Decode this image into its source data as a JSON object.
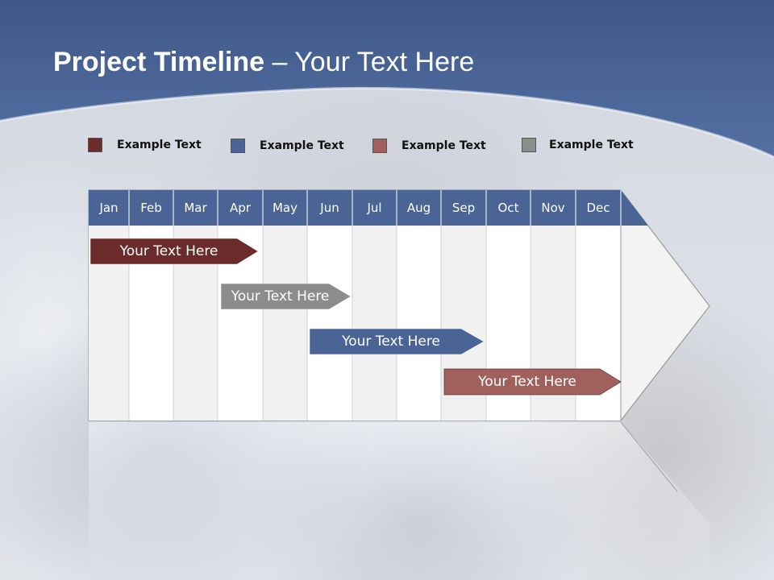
{
  "header": {
    "title_bold": "Project Timeline",
    "title_rest": " – Your Text Here"
  },
  "colors": {
    "header_blue": "#4a6496",
    "maroon": "#6b2b2b",
    "blue": "#4a6496",
    "rose": "#a0605e",
    "gray": "#8c8c8c"
  },
  "legend": [
    {
      "label": "Example Text",
      "color": "#6b2b2b"
    },
    {
      "label": "Example Text",
      "color": "#4a6496"
    },
    {
      "label": "Example Text",
      "color": "#a0605e"
    },
    {
      "label": "Example Text",
      "color": "#8c8c8c"
    }
  ],
  "months": [
    "Jan",
    "Feb",
    "Mar",
    "Apr",
    "May",
    "Jun",
    "Jul",
    "Aug",
    "Sep",
    "Oct",
    "Nov",
    "Dec"
  ],
  "bars": [
    {
      "label": "Your  Text Here",
      "color": "#6b2b2b"
    },
    {
      "label": "Your  Text Here",
      "color": "#8c8c8c"
    },
    {
      "label": "Your  Text Here",
      "color": "#4a6496"
    },
    {
      "label": "Your  Text Here",
      "color": "#a0605e"
    }
  ]
}
